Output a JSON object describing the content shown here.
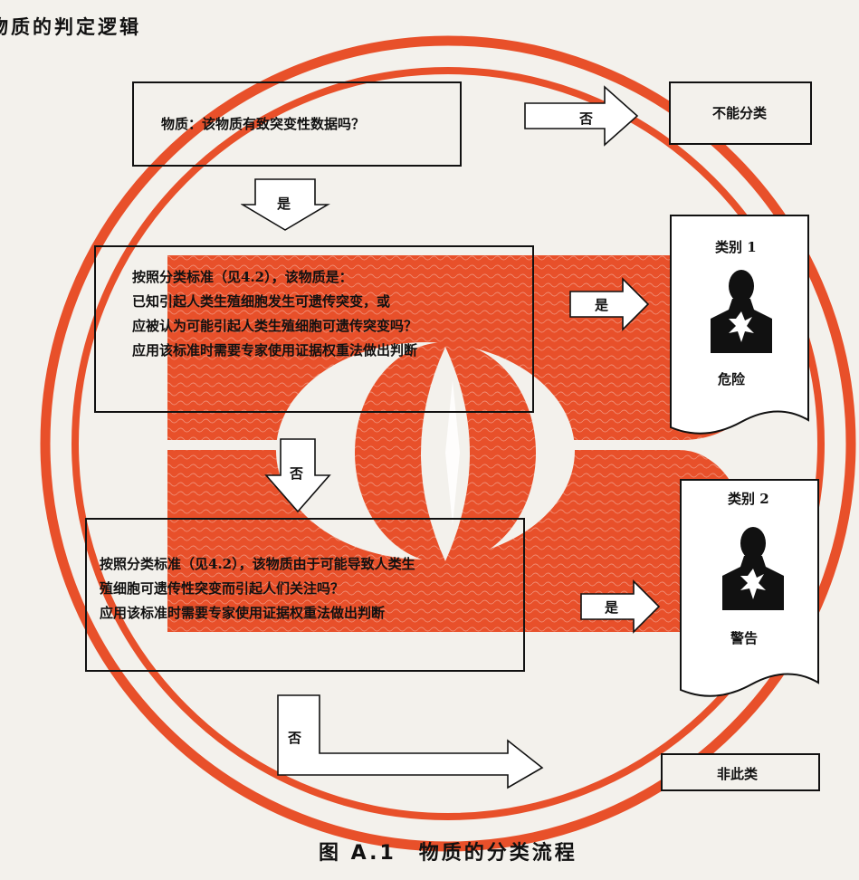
{
  "heading": "物质的判定逻辑",
  "caption": "图 A.1　物质的分类流程",
  "question1": "物质：该物质有致突变性数据吗？",
  "question2": [
    "按照分类标准（见4.2），该物质是：",
    "已知引起人类生殖细胞发生可遗传突变，或",
    "应被认为可能引起人类生殖细胞可遗传突变吗？",
    "应用该标准时需要专家使用证据权重法做出判断"
  ],
  "question3": [
    "按照分类标准（见4.2），该物质由于可能导致人类生",
    "殖细胞可遗传性突变而引起人们关注吗？",
    "应用该标准时需要专家使用证据权重法做出判断"
  ],
  "arrows": {
    "no": "否",
    "yes": "是"
  },
  "outcomes": {
    "cannot_classify": "不能分类",
    "category1_title": "类别 1",
    "category1_signal": "危险",
    "category2_title": "类别 2",
    "category2_signal": "警告",
    "not_classified": "非此类"
  },
  "colors": {
    "watermark": "#e8502a",
    "ink": "#111111",
    "paper": "#f3f1ec"
  },
  "icons": [
    "health-hazard-pictogram",
    "health-hazard-pictogram"
  ]
}
